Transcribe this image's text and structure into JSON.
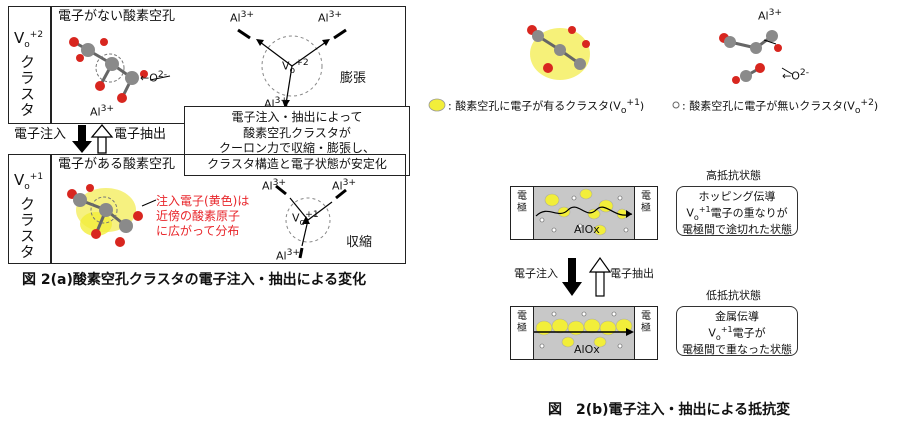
{
  "figure_a": {
    "top_box": {
      "vo_label": "V",
      "vo_sub": "o",
      "vo_sup": "+2",
      "cluster_vertical": "クラスタ",
      "title": "電子がない酸素空孔",
      "al_label": "Al",
      "al_sup": "3+",
      "o_label": "O",
      "o_sup": "2-",
      "schematic_al_top": "Al",
      "schematic_al_top_sup": "3+",
      "schematic_al_top_right": "Al",
      "schematic_al_top_right_sup": "3+",
      "schematic_al_bottom": "Al",
      "schematic_al_bottom_sup": "3+",
      "schematic_vo": "V",
      "schematic_vo_sub": "o",
      "schematic_vo_sup": "+2",
      "expansion": "膨張"
    },
    "arrows": {
      "inject": "電子注入",
      "extract": "電子抽出"
    },
    "callout": {
      "lines": [
        "電子注入・抽出によって",
        "酸素空孔クラスタが",
        "クーロン力で収縮・膨張し、",
        "クラスタ構造と電子状態が安定化"
      ]
    },
    "bottom_box": {
      "vo_label": "V",
      "vo_sub": "o",
      "vo_sup": "+1",
      "cluster_vertical": "クラスタ",
      "title": "電子がある酸素空孔",
      "red_note": [
        "注入電子(黄色)は",
        "近傍の酸素原子",
        "に広がって分布"
      ],
      "schematic_al_top": "Al",
      "schematic_al_top_sup": "3+",
      "schematic_al_top_right": "Al",
      "schematic_al_top_right_sup": "3+",
      "schematic_al_bottom": "Al",
      "schematic_al_bottom_sup": "3+",
      "schematic_vo": "V",
      "schematic_vo_sub": "o",
      "schematic_vo_sup": "+1",
      "shrink": "収縮"
    },
    "caption": "図 2(a)酸素空孔クラスタの電子注入・抽出による変化"
  },
  "figure_b": {
    "top_al": "Al",
    "top_al_sup": "3+",
    "top_o": "O",
    "top_o_sup": "2-",
    "legend_filled": ": 酸素空孔に電子が有るクラスタ(V",
    "legend_filled_sub": "o",
    "legend_filled_sup": "+1",
    "legend_empty": ": 酸素空孔に電子が無いクラスタ(V",
    "legend_empty_sub": "o",
    "legend_empty_sup": "+2",
    "high_state": {
      "title": "高抵抗状態",
      "electrode_left": [
        "電",
        "極"
      ],
      "electrode_right": [
        "電",
        "極"
      ],
      "material": "AlOx",
      "note_lines": [
        "ホッピング伝導",
        "V",
        "電子の重なりが",
        "電極間で途切れた状態"
      ],
      "note_vo_sub": "o",
      "note_vo_sup": "+1"
    },
    "arrows": {
      "inject": "電子注入",
      "extract": "電子抽出"
    },
    "low_state": {
      "title": "低抵抗状態",
      "electrode_left": [
        "電",
        "極"
      ],
      "electrode_right": [
        "電",
        "極"
      ],
      "material": "AlOx",
      "note_lines": [
        "金属伝導",
        "V",
        "電子が",
        "電極間で重なった状態"
      ],
      "note_vo_sub": "o",
      "note_vo_sup": "+1"
    },
    "caption": "図　2(b)電子注入・抽出による抵抗変"
  },
  "colors": {
    "yellow": "#f2ee3a",
    "yellow_cloud": "#f5ef6a",
    "red_atom": "#d8261f",
    "gray_atom": "#8a8a8a",
    "device_fill": "#c8c8c8",
    "red_text": "#e8262b"
  }
}
